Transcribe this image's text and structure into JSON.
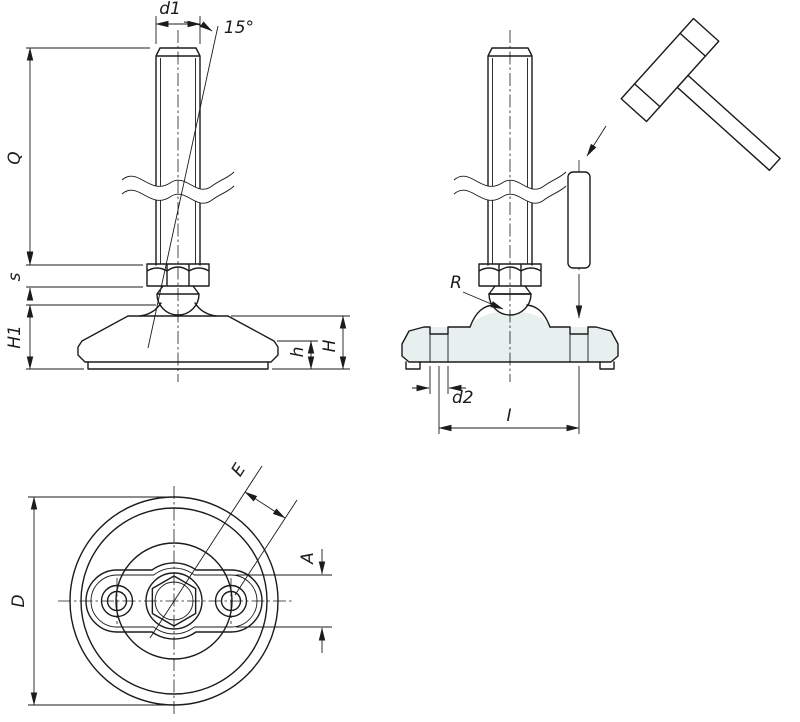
{
  "drawing": {
    "background": "#ffffff",
    "line_color": "#1b1b1b",
    "base_fill": "#e7f0ee",
    "labels": {
      "d1": "d1",
      "angle": "15°",
      "Q": "Q",
      "s": "s",
      "H1": "H1",
      "h": "h",
      "H": "H",
      "R": "R",
      "d2": "d2",
      "I": "I",
      "E": "E",
      "A": "A",
      "D": "D"
    }
  }
}
